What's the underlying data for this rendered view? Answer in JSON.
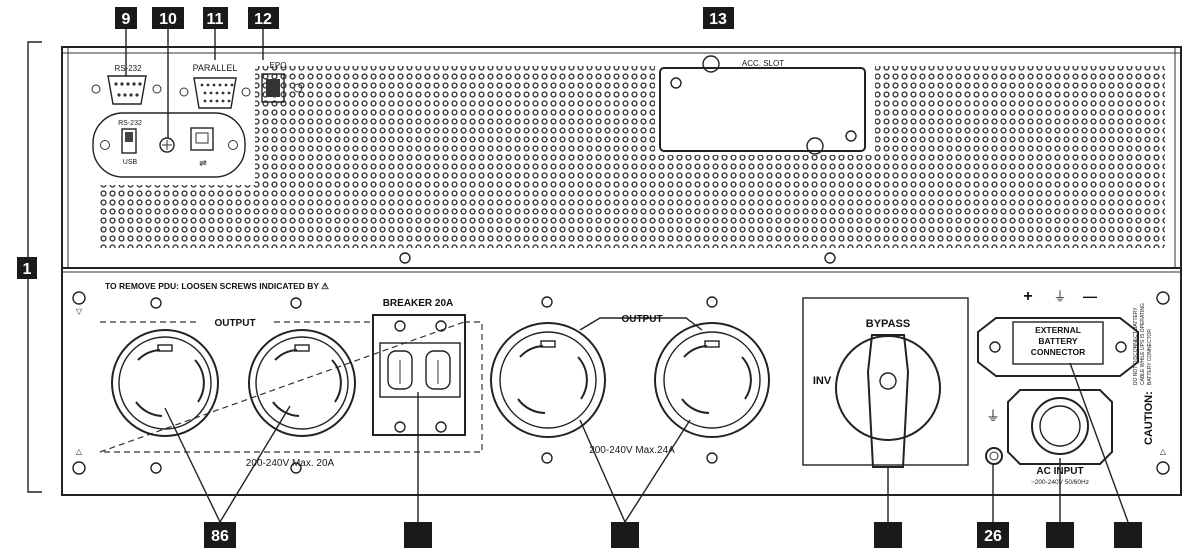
{
  "callouts": {
    "c1": "1",
    "c9": "9",
    "c10": "10",
    "c11": "11",
    "c12": "12",
    "c13": "13",
    "c86": "86",
    "c26": "26"
  },
  "top_panel": {
    "rs232_port": "RS-232",
    "parallel_port": "PARALLEL",
    "epo_port": "EPO",
    "acc_slot": "ACC. SLOT",
    "switch_rs232": "RS-232",
    "switch_usb": "USB"
  },
  "bottom_panel": {
    "pdu_note": "TO REMOVE PDU: LOOSEN SCREWS INDICATED BY ⚠",
    "output_left": "OUTPUT",
    "output_left_rating": "200-240V  Max. 20A",
    "breaker": "BREAKER 20A",
    "output_right": "OUTPUT",
    "output_right_rating": "200-240V  Max.24A",
    "bypass": "BYPASS",
    "inv": "INV",
    "plus": "+",
    "minus": "—",
    "ext_battery_1": "EXTERNAL",
    "ext_battery_2": "BATTERY",
    "ext_battery_3": "CONNECTOR",
    "ac_input": "AC INPUT",
    "ac_input_rating": "~200-240V 50/60Hz",
    "caution": "CAUTION:",
    "caution_detail_1": "DO NOT DISCONNECT BATTERY",
    "caution_detail_2": "CABLE WHILE UPS IS OPERATING",
    "caution_detail_3": "BATTERY CONNECTOR"
  }
}
